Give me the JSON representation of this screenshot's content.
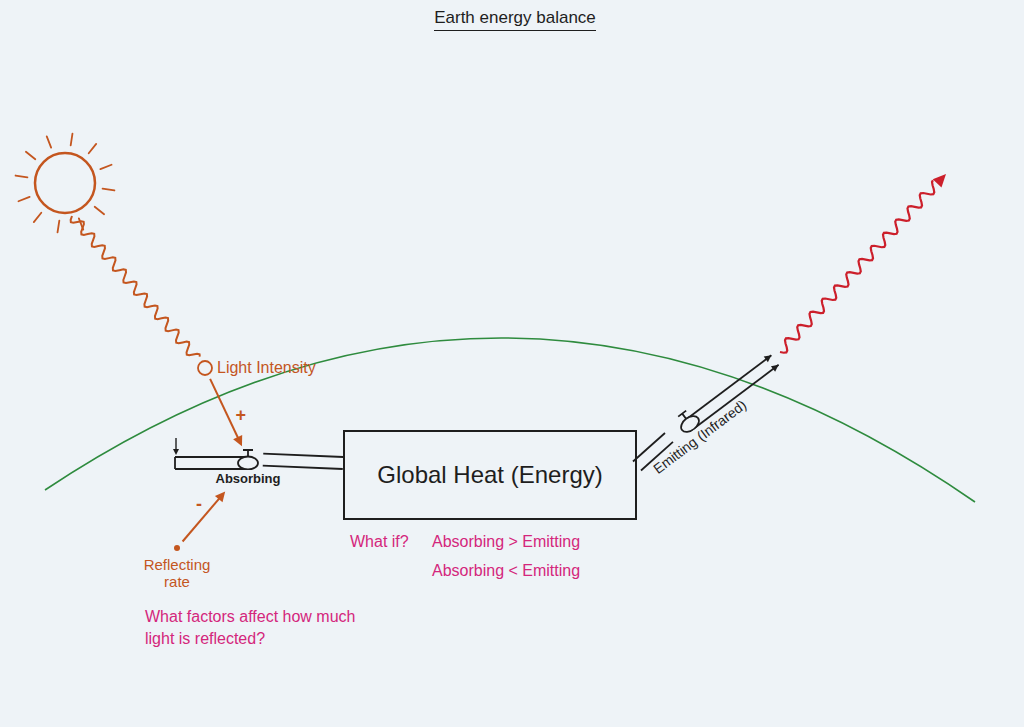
{
  "diagram": {
    "title": "Earth energy balance",
    "nodes": [
      {
        "text": [
          "Light Intensity"
        ]
      },
      {
        "text": [
          "Reflecting rate"
        ]
      },
      {
        "text": [
          "Absorbing"
        ]
      },
      {
        "text": [
          "Global Heat (Energy)"
        ]
      },
      {
        "text": [
          "Emitting (Infrared)"
        ]
      }
    ],
    "edges": [
      {
        "from": 0,
        "to": 2,
        "arrow": "to",
        "label": "+"
      },
      {
        "from": 1,
        "to": 2,
        "arrow": "to",
        "label": "-"
      },
      {
        "from": 2,
        "to": 3,
        "arrow": "none"
      },
      {
        "from": 3,
        "to": 4,
        "arrow": "none"
      }
    ],
    "labels": [
      "What factors affect how much light is reflected?",
      "What if?",
      "Absorbing > Emitting",
      "Absorbing < Emitting"
    ]
  }
}
